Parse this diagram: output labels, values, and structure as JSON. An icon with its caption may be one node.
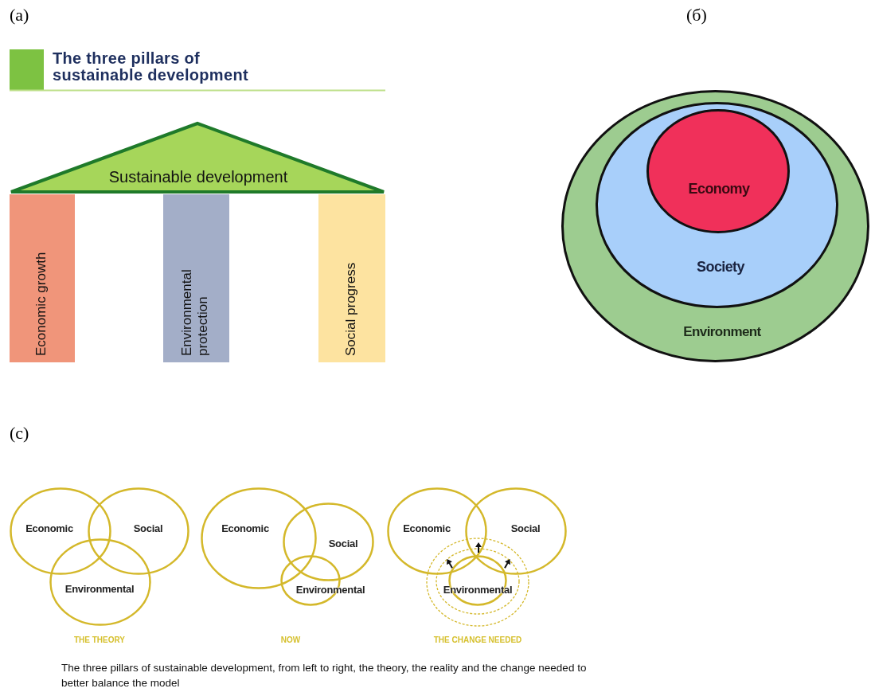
{
  "diagram": {
    "nodes": [
      {
        "text": [
          "Sustainable development"
        ]
      },
      {
        "text": [
          "Economic growth"
        ]
      },
      {
        "text": [
          "Environmental protection"
        ]
      },
      {
        "text": [
          "Social progress"
        ]
      },
      {
        "text": [
          "Environment"
        ]
      },
      {
        "text": [
          "Society"
        ],
        "in": 4
      },
      {
        "text": [
          "Economy"
        ],
        "in": 5
      },
      {
        "text": [
          "Economic"
        ]
      },
      {
        "text": [
          "Social"
        ]
      },
      {
        "text": [
          "Environmental"
        ]
      },
      {
        "text": [
          "Economic"
        ]
      },
      {
        "text": [
          "Social"
        ]
      },
      {
        "text": [
          "Environmental"
        ]
      },
      {
        "text": [
          "Economic"
        ]
      },
      {
        "text": [
          "Social"
        ]
      },
      {
        "text": [
          "Environmental"
        ]
      }
    ],
    "labels": [
      "(a)",
      "(б)",
      "The three pillars of sustainable development",
      "(c)",
      "THE THEORY",
      "NOW",
      "THE CHANGE NEEDED",
      "The three pillars of sustainable development, from left to right, the theory, the reality and the change needed to better balance the model"
    ]
  }
}
